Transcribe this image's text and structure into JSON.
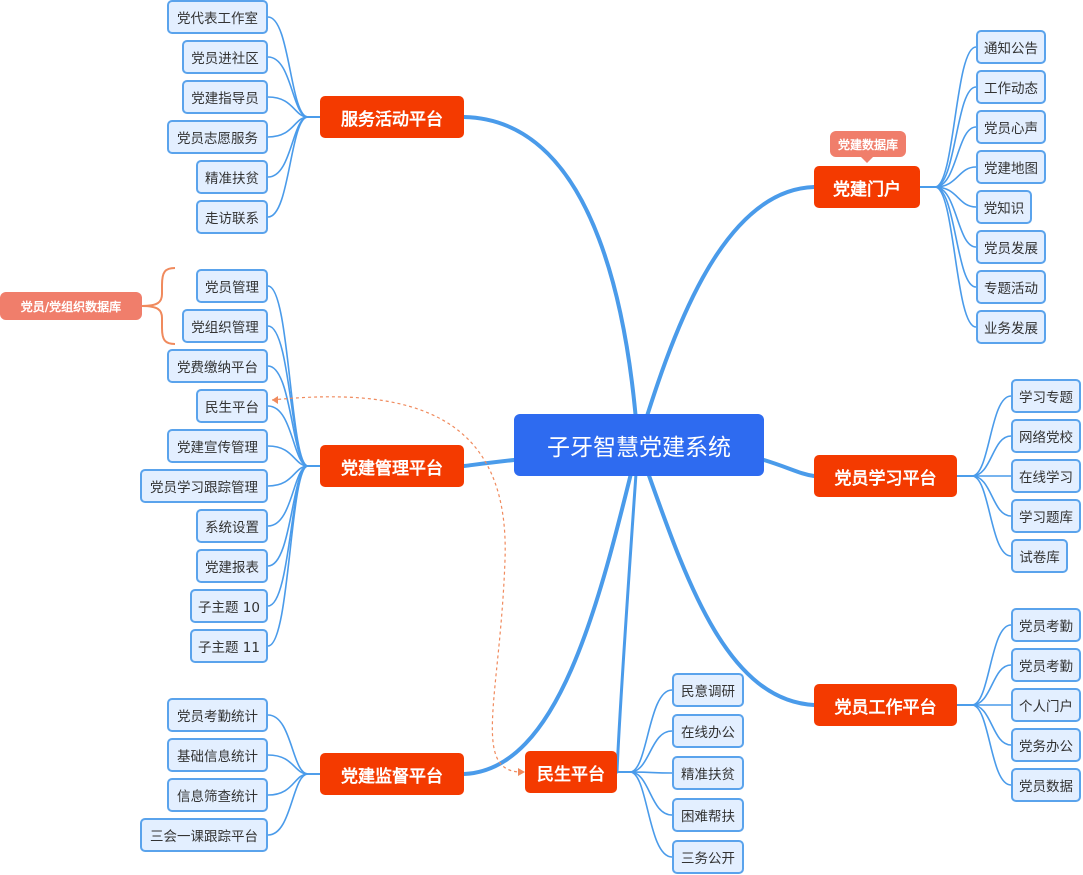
{
  "center": "子牙智慧党建系统",
  "branches": {
    "service": {
      "title": "服务活动平台",
      "children": [
        "党代表工作室",
        "党员进社区",
        "党建指导员",
        "党员志愿服务",
        "精准扶贫",
        "走访联系"
      ]
    },
    "management": {
      "title": "党建管理平台",
      "children": [
        "党员管理",
        "党组织管理",
        "党费缴纳平台",
        "民生平台",
        "党建宣传管理",
        "党员学习跟踪管理",
        "系统设置",
        "党建报表",
        "子主题 10",
        "子主题 11"
      ]
    },
    "supervision": {
      "title": "党建监督平台",
      "children": [
        "党员考勤统计",
        "基础信息统计",
        "信息筛查统计",
        "三会一课跟踪平台"
      ]
    },
    "livelihood": {
      "title": "民生平台",
      "children": [
        "民意调研",
        "在线办公",
        "精准扶贫",
        "困难帮扶",
        "三务公开"
      ]
    },
    "portal": {
      "title": "党建门户",
      "children": [
        "通知公告",
        "工作动态",
        "党员心声",
        "党建地图",
        "党知识",
        "党员发展",
        "专题活动",
        "业务发展"
      ]
    },
    "study": {
      "title": "党员学习平台",
      "children": [
        "学习专题",
        "网络党校",
        "在线学习",
        "学习题库",
        "试卷库"
      ]
    },
    "work": {
      "title": "党员工作平台",
      "children": [
        "党员考勤",
        "党员考勤",
        "个人门户",
        "党务办公",
        "党员数据"
      ]
    }
  },
  "tags": {
    "portal_db": "党建数据库",
    "member_db": "党员/党组织数据库"
  },
  "colors": {
    "center": "#2e6bf0",
    "main": "#f43a00",
    "leaf_border": "#5aa3ec",
    "leaf_fill": "#e3efff",
    "line": "#4a9bea",
    "tag": "#f07e6b"
  }
}
